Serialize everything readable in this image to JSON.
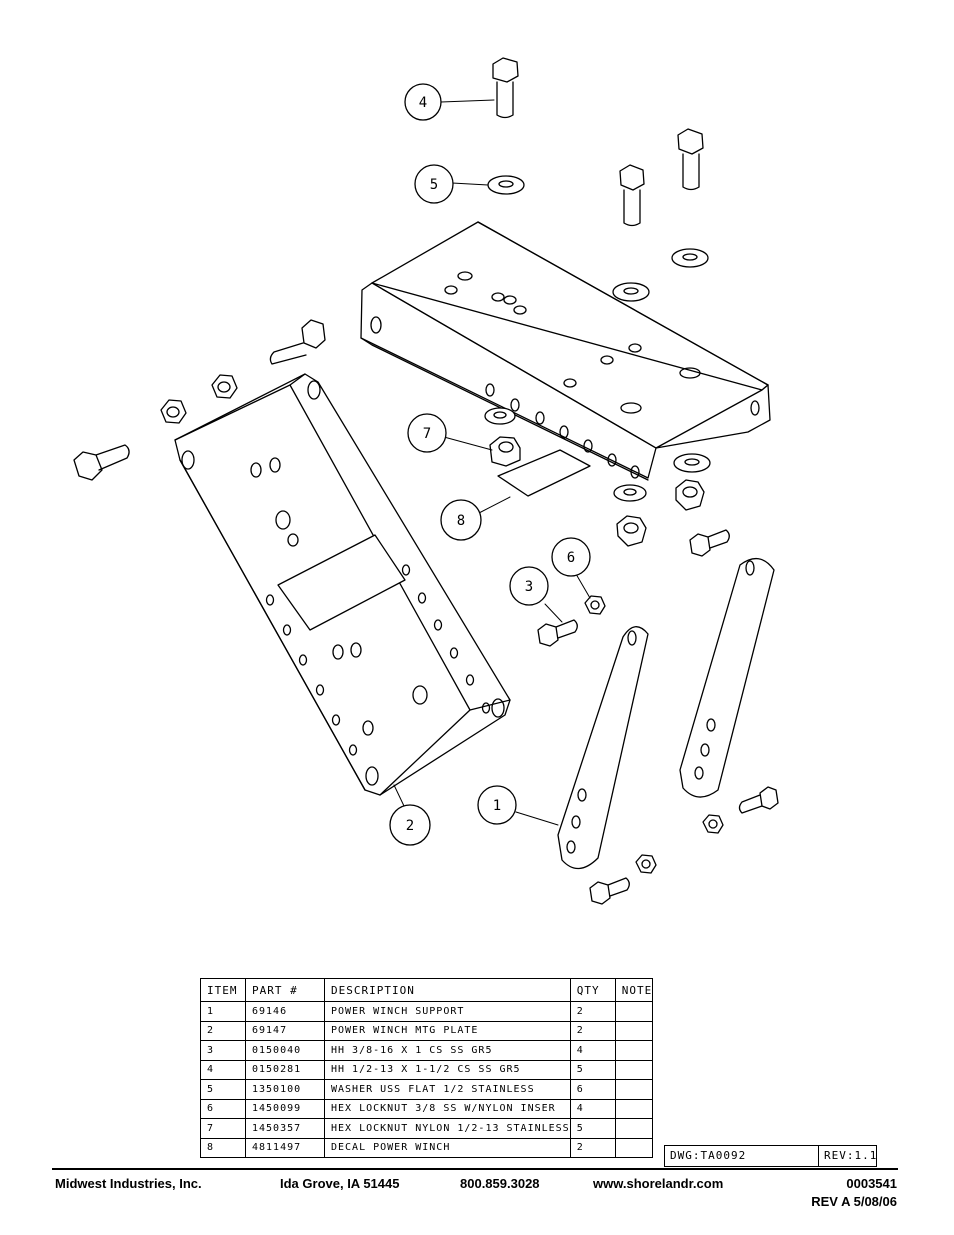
{
  "balloons": [
    "1",
    "2",
    "3",
    "4",
    "5",
    "6",
    "7",
    "8"
  ],
  "table": {
    "headers": [
      "ITEM",
      "PART #",
      "DESCRIPTION",
      "QTY",
      "NOTE"
    ],
    "rows": [
      {
        "item": "1",
        "part": "69146",
        "description": "POWER WINCH SUPPORT",
        "qty": "2",
        "note": ""
      },
      {
        "item": "2",
        "part": "69147",
        "description": "POWER WINCH MTG PLATE",
        "qty": "2",
        "note": ""
      },
      {
        "item": "3",
        "part": "0150040",
        "description": "HH 3/8-16 X 1 CS SS GR5",
        "qty": "4",
        "note": ""
      },
      {
        "item": "4",
        "part": "0150281",
        "description": "HH 1/2-13 X 1-1/2 CS SS GR5",
        "qty": "5",
        "note": ""
      },
      {
        "item": "5",
        "part": "1350100",
        "description": "WASHER USS FLAT 1/2 STAINLESS",
        "qty": "6",
        "note": ""
      },
      {
        "item": "6",
        "part": "1450099",
        "description": "HEX LOCKNUT 3/8 SS W/NYLON INSER",
        "qty": "4",
        "note": ""
      },
      {
        "item": "7",
        "part": "1450357",
        "description": "HEX LOCKNUT NYLON 1/2-13 STAINLESS",
        "qty": "5",
        "note": ""
      },
      {
        "item": "8",
        "part": "4811497",
        "description": "DECAL POWER WINCH",
        "qty": "2",
        "note": ""
      }
    ]
  },
  "title_block": {
    "dwg": "DWG:TA0092",
    "rev": "REV:1.1"
  },
  "footer": {
    "company": "Midwest Industries, Inc.",
    "city": "Ida Grove, IA  51445",
    "phone": "800.859.3028",
    "website": "www.shorelandr.com",
    "doc_number": "0003541",
    "revision": "REV A  5/08/06"
  }
}
